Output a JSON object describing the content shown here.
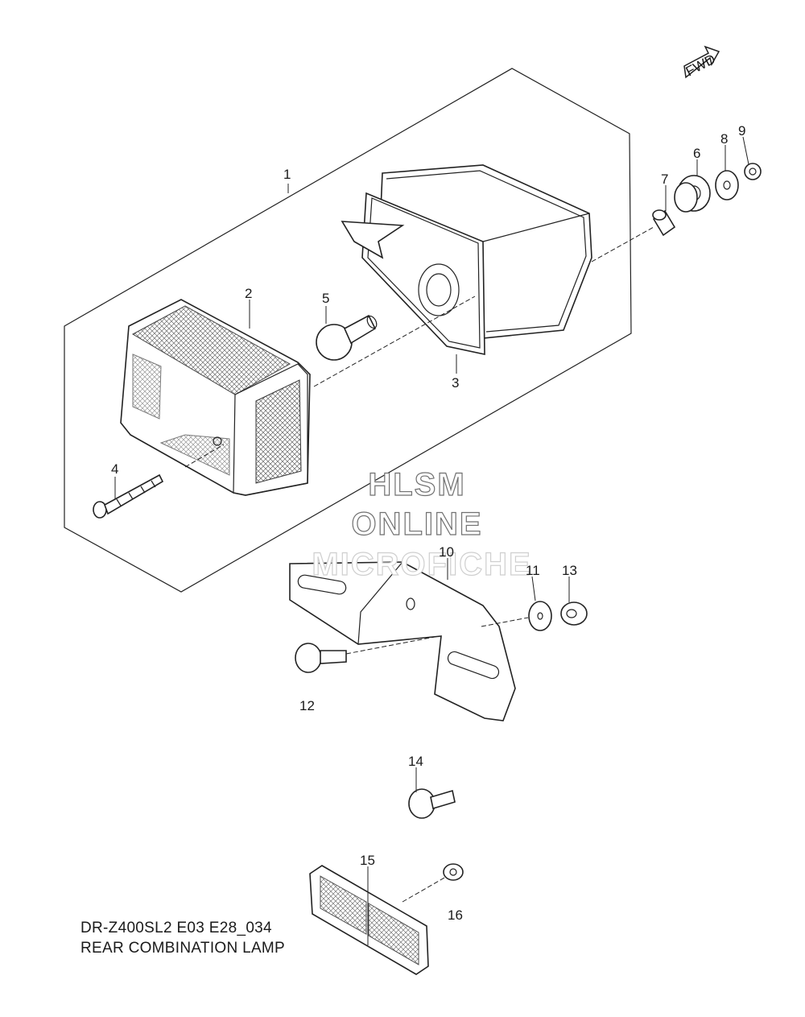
{
  "diagram": {
    "callouts": [
      "1",
      "2",
      "3",
      "4",
      "5",
      "6",
      "7",
      "8",
      "9",
      "10",
      "11",
      "12",
      "13",
      "14",
      "15",
      "16"
    ],
    "fwd_label": "FWD",
    "caption": {
      "line1": "DR-Z400SL2 E03 E28_034",
      "line2": "REAR COMBINATION LAMP"
    },
    "watermark": {
      "line1": "HLSM",
      "line2": "ONLINE",
      "line3": "MICROFICHE"
    }
  }
}
